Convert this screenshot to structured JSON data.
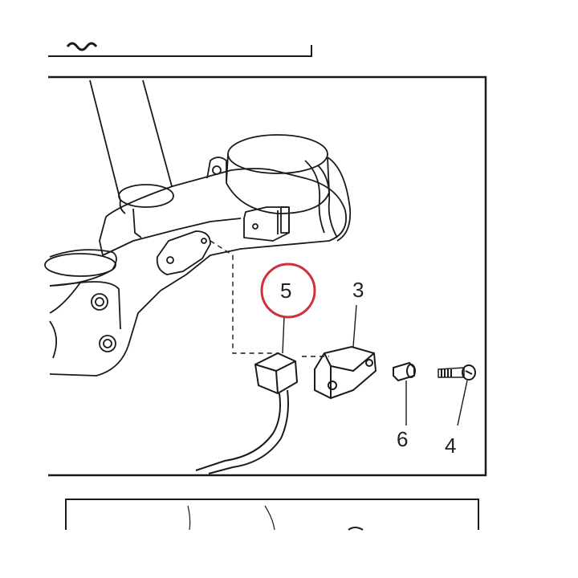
{
  "diagram": {
    "callouts": [
      {
        "id": "part-5",
        "label": "5",
        "highlighted": true
      },
      {
        "id": "part-3",
        "label": "3",
        "highlighted": false
      },
      {
        "id": "part-6",
        "label": "6",
        "highlighted": false
      },
      {
        "id": "part-4",
        "label": "4",
        "highlighted": false
      }
    ],
    "colors": {
      "line": "#1a1a1a",
      "highlight_ring": "#d0303a",
      "background": "#ffffff"
    }
  }
}
